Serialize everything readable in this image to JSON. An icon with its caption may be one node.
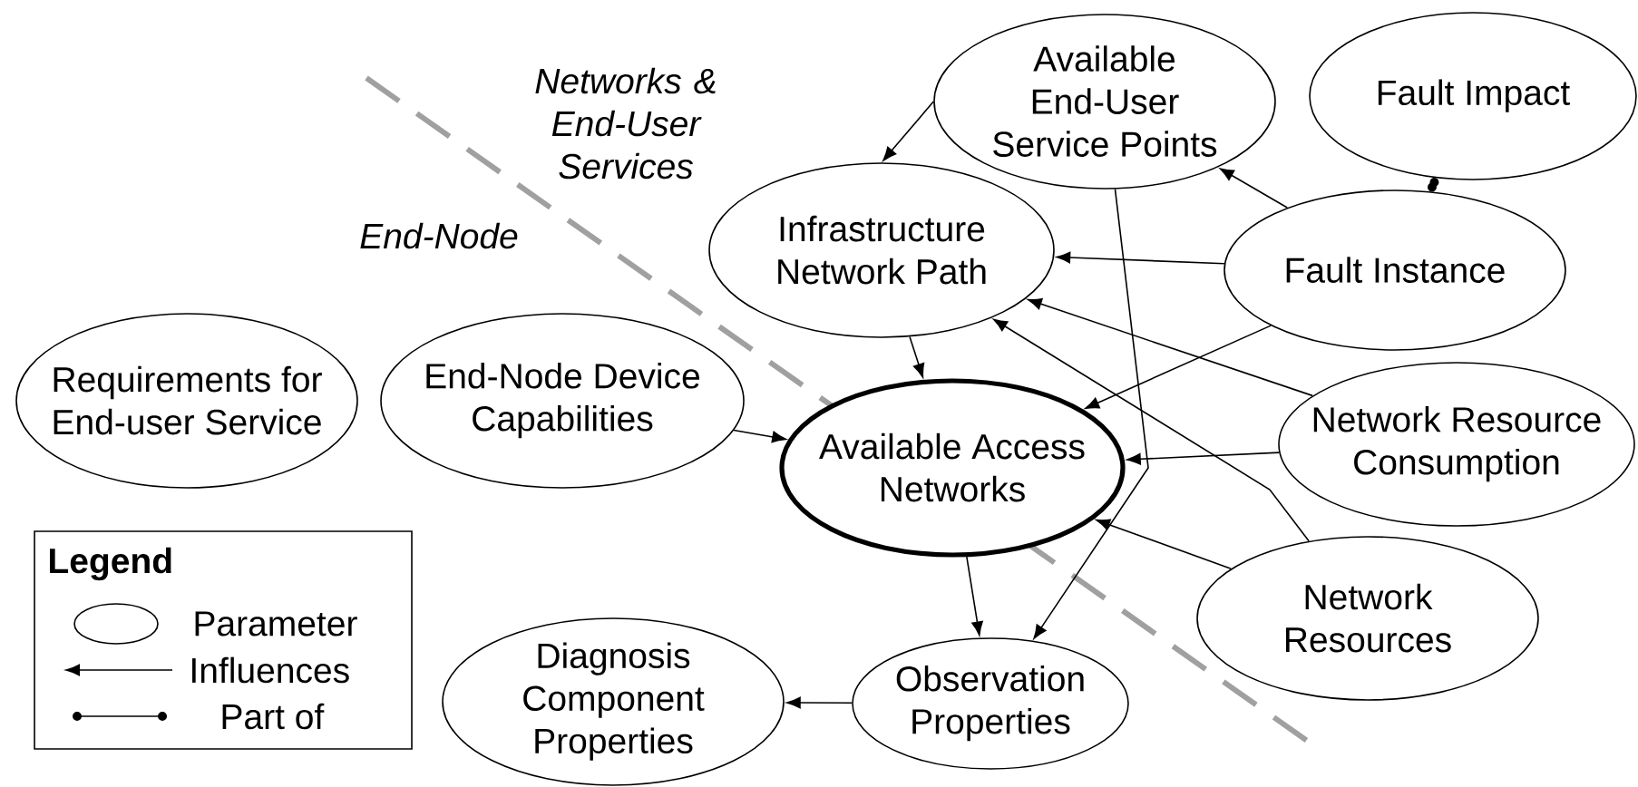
{
  "diagram": {
    "nodes": [
      {
        "text": [
          "Available End-User Service Points"
        ]
      },
      {
        "text": [
          "Fault Impact"
        ]
      },
      {
        "text": [
          "Infrastructure Network Path"
        ]
      },
      {
        "text": [
          "Fault Instance"
        ]
      },
      {
        "text": [
          "Requirements for End-user Service"
        ]
      },
      {
        "text": [
          "End-Node Device Capabilities"
        ]
      },
      {
        "text": [
          "Available Access Networks"
        ]
      },
      {
        "text": [
          "Network Resource Consumption"
        ]
      },
      {
        "text": [
          "Network Resources"
        ]
      },
      {
        "text": [
          "Diagnosis Component Properties"
        ]
      },
      {
        "text": [
          "Observation Properties"
        ]
      }
    ],
    "edges": [
      {
        "from": 0,
        "to": 2,
        "arrow": "to"
      },
      {
        "from": 3,
        "to": 0,
        "arrow": "to"
      },
      {
        "from": 3,
        "to": 1,
        "arrow": "other"
      },
      {
        "from": 3,
        "to": 2,
        "arrow": "to"
      },
      {
        "from": 3,
        "to": 6,
        "arrow": "to"
      },
      {
        "from": 7,
        "to": 2,
        "arrow": "to"
      },
      {
        "from": 7,
        "to": 6,
        "arrow": "to"
      },
      {
        "from": 8,
        "to": 2,
        "arrow": "to"
      },
      {
        "from": 8,
        "to": 6,
        "arrow": "to"
      },
      {
        "from": 2,
        "to": 6,
        "arrow": "to"
      },
      {
        "from": 5,
        "to": 6,
        "arrow": "to"
      },
      {
        "from": 0,
        "to": 10,
        "arrow": "to"
      },
      {
        "from": 6,
        "to": 10,
        "arrow": "to"
      },
      {
        "from": 10,
        "to": 9,
        "arrow": "to"
      }
    ],
    "labels": [
      "Networks & End-User Services",
      "End-Node",
      "Legend"
    ],
    "legend": [
      {
        "text": "Parameter"
      },
      {
        "text": "Influences"
      },
      {
        "text": "Part of"
      }
    ]
  }
}
